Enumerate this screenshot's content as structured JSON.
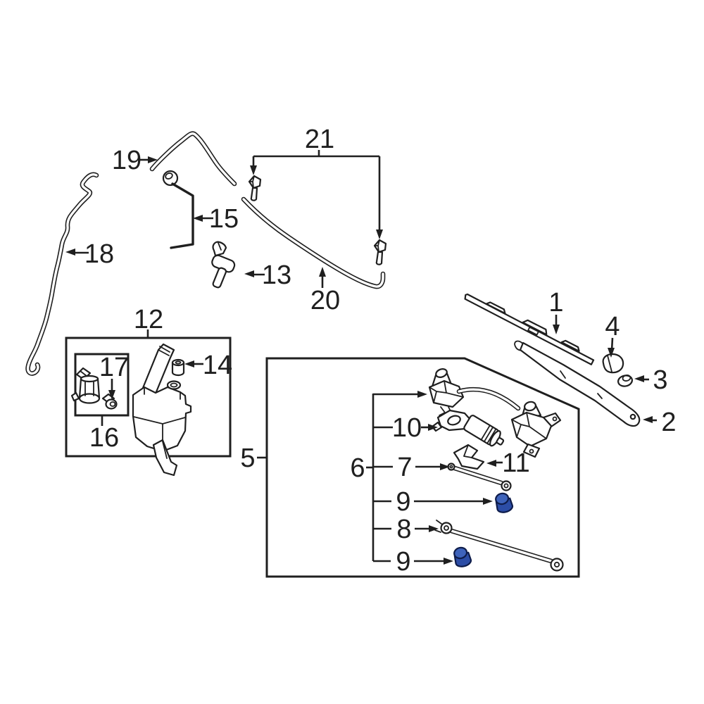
{
  "diagram": {
    "callouts": {
      "c1": {
        "label": "1"
      },
      "c2": {
        "label": "2"
      },
      "c3": {
        "label": "3"
      },
      "c4": {
        "label": "4"
      },
      "c5": {
        "label": "5"
      },
      "c6": {
        "label": "6"
      },
      "c7": {
        "label": "7"
      },
      "c8": {
        "label": "8"
      },
      "c9a": {
        "label": "9"
      },
      "c9b": {
        "label": "9"
      },
      "c10": {
        "label": "10"
      },
      "c11": {
        "label": "11"
      },
      "c12": {
        "label": "12"
      },
      "c13": {
        "label": "13"
      },
      "c14": {
        "label": "14"
      },
      "c15": {
        "label": "15"
      },
      "c16": {
        "label": "16"
      },
      "c17": {
        "label": "17"
      },
      "c18": {
        "label": "18"
      },
      "c19": {
        "label": "19"
      },
      "c20": {
        "label": "20"
      },
      "c21": {
        "label": "21"
      }
    },
    "highlighted_callout": "9",
    "colors": {
      "background": "#ffffff",
      "line": "#1f1f1f",
      "highlight_fill": "#3e63bb",
      "highlight_shade": "#2c4da6",
      "highlight_outline": "#0e1c4a"
    }
  }
}
